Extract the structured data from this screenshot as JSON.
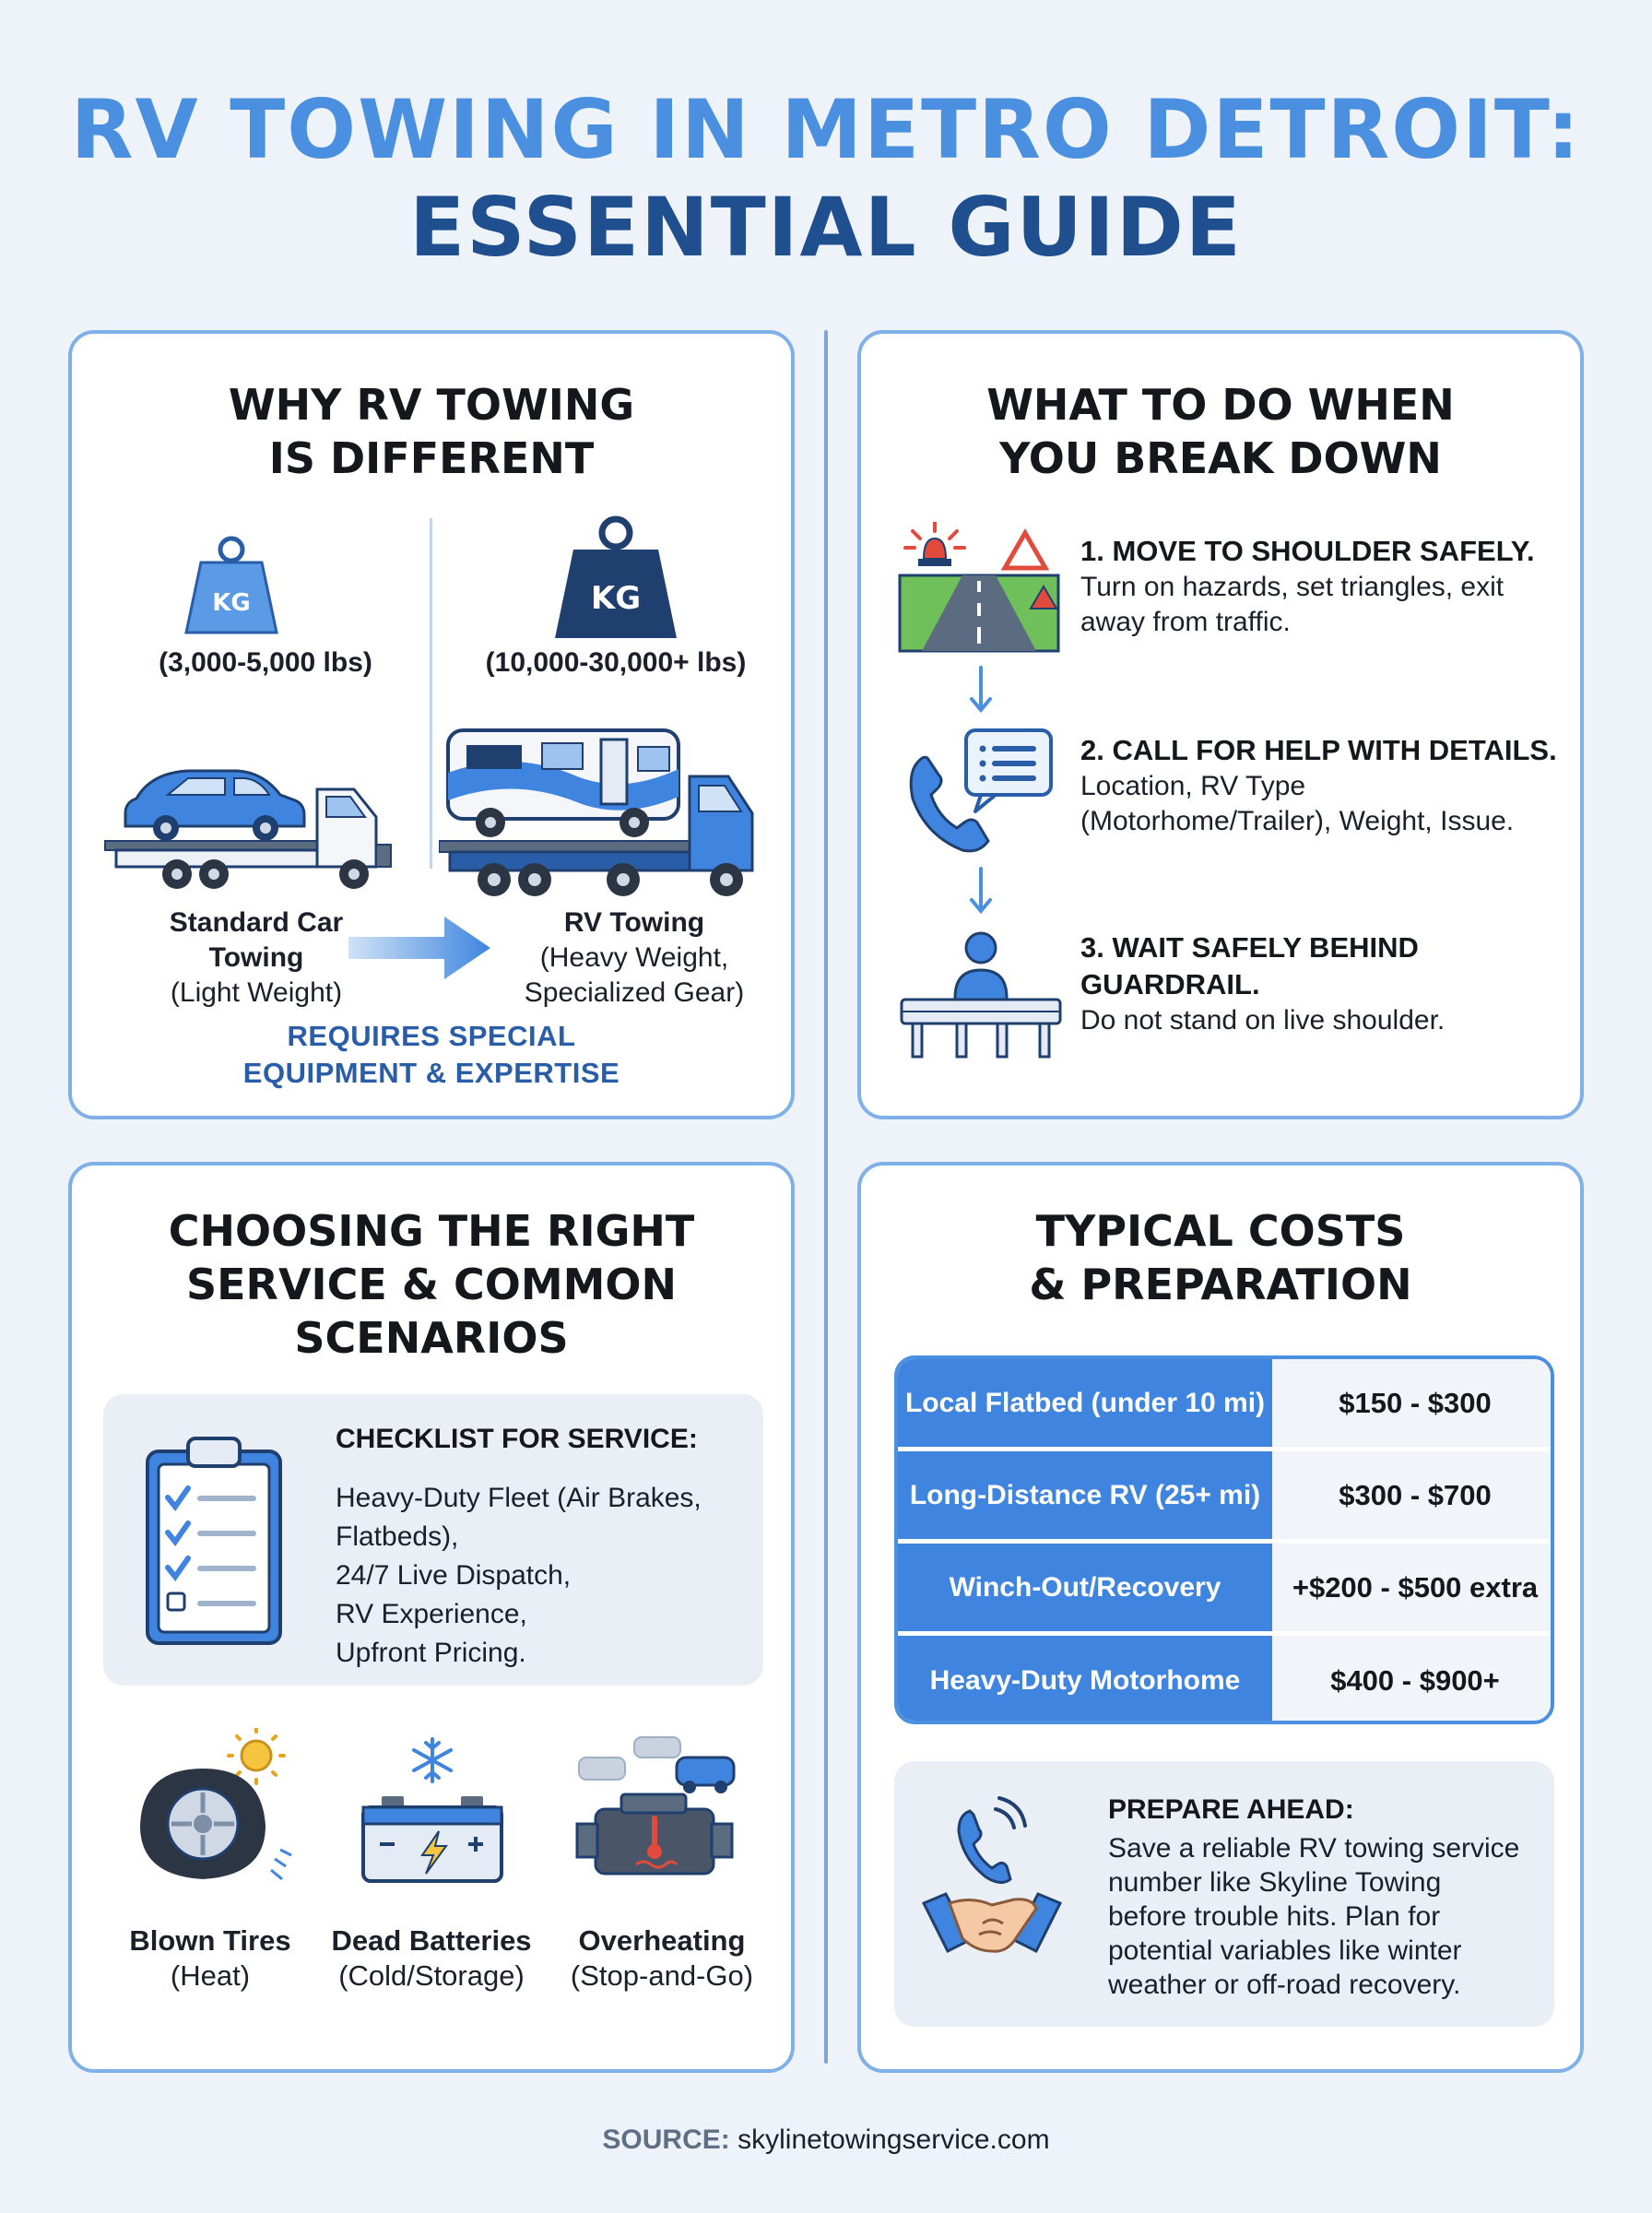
{
  "title": {
    "line1": "RV TOWING IN METRO DETROIT:",
    "line2": "ESSENTIAL GUIDE"
  },
  "why": {
    "title1": "WHY RV TOWING",
    "title2": "IS DIFFERENT",
    "kg_label": "KG",
    "left": {
      "weight": "(3,000-5,000 lbs)",
      "cap1": "Standard Car",
      "cap2": "Towing",
      "cap3": "(Light Weight)"
    },
    "right": {
      "weight": "(10,000-30,000+ lbs)",
      "cap1": "RV Towing",
      "cap2": "(Heavy Weight,",
      "cap3": "Specialized Gear)"
    },
    "requires1": "REQUIRES SPECIAL",
    "requires2": "EQUIPMENT & EXPERTISE"
  },
  "breakdown": {
    "title1": "WHAT TO DO WHEN",
    "title2": "YOU BREAK DOWN",
    "steps": [
      {
        "head": "1. MOVE TO SHOULDER SAFELY.",
        "body1": "Turn on hazards, set triangles, exit",
        "body2": "away from traffic.",
        "icon": "road-hazard-icon"
      },
      {
        "head": "2. CALL FOR HELP WITH DETAILS.",
        "body1": "Location, RV Type",
        "body2": "(Motorhome/Trailer), Weight, Issue.",
        "icon": "phone-chat-icon"
      },
      {
        "head": "3. WAIT SAFELY BEHIND",
        "head2": "GUARDRAIL.",
        "body1": "Do not stand on live shoulder.",
        "icon": "guardrail-person-icon"
      }
    ]
  },
  "choosing": {
    "title1": "CHOOSING THE RIGHT",
    "title2": "SERVICE & COMMON",
    "title3": "SCENARIOS",
    "checklist_head": "CHECKLIST FOR SERVICE:",
    "checklist": [
      "Heavy-Duty Fleet (Air Brakes,",
      "Flatbeds),",
      "24/7 Live Dispatch,",
      "RV Experience,",
      "Upfront Pricing."
    ],
    "scenarios": [
      {
        "name": "Blown Tires",
        "cause": "(Heat)",
        "icon": "tire-sun-icon"
      },
      {
        "name": "Dead Batteries",
        "cause": "(Cold/Storage)",
        "icon": "battery-snow-icon"
      },
      {
        "name": "Overheating",
        "cause": "(Stop-and-Go)",
        "icon": "engine-traffic-icon"
      }
    ]
  },
  "costs": {
    "title1": "TYPICAL COSTS",
    "title2": "& PREPARATION",
    "rows": [
      {
        "name": "Local Flatbed (under 10 mi)",
        "price": "$150 - $300"
      },
      {
        "name": "Long-Distance RV (25+ mi)",
        "price": "$300 - $700"
      },
      {
        "name": "Winch-Out/Recovery",
        "price": "+$200 - $500 extra"
      },
      {
        "name": "Heavy-Duty Motorhome",
        "price": "$400 - $900+"
      }
    ],
    "prep_head": "PREPARE AHEAD:",
    "prep_lines": [
      "Save a reliable RV towing service",
      "number like Skyline Towing",
      "before trouble hits. Plan for",
      "potential variables like winter",
      "weather or off-road recovery."
    ]
  },
  "source": {
    "label": "SOURCE:",
    "value": "skylinetowingservice.com"
  },
  "colors": {
    "accent": "#4a8fe0",
    "navy": "#1f4f8f",
    "panel_border": "#7fb0e8",
    "background": "#eef3f9"
  }
}
